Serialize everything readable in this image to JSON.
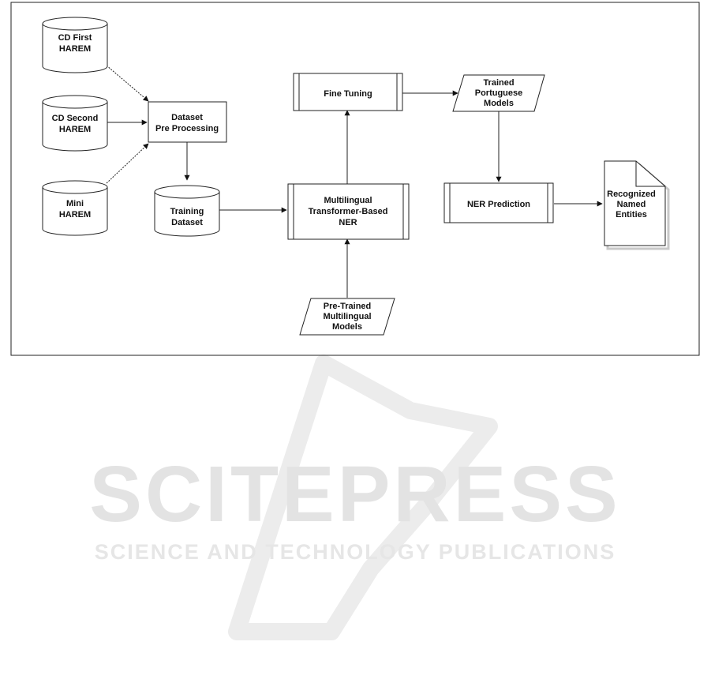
{
  "diagram": {
    "nodes": {
      "cd_first": {
        "line1": "CD First",
        "line2": "HAREM"
      },
      "cd_second": {
        "line1": "CD Second",
        "line2": "HAREM"
      },
      "mini": {
        "line1": "Mini",
        "line2": "HAREM"
      },
      "dataset_pp": {
        "line1": "Dataset",
        "line2": "Pre Processing"
      },
      "training": {
        "line1": "Training",
        "line2": "Dataset"
      },
      "multilingual_ner": {
        "line1": "Multilingual",
        "line2": "Transformer-Based",
        "line3": "NER"
      },
      "fine_tuning": {
        "line1": "Fine Tuning"
      },
      "trained_pt": {
        "line1": "Trained",
        "line2": "Portuguese",
        "line3": "Models"
      },
      "ner_prediction": {
        "line1": "NER Prediction"
      },
      "recognized": {
        "line1": "Recognized",
        "line2": "Named",
        "line3": "Entities"
      },
      "pretrained": {
        "line1": "Pre-Trained",
        "line2": "Multilingual",
        "line3": "Models"
      }
    }
  },
  "watermark": {
    "title": "SCITEPRESS",
    "subtitle": "SCIENCE AND TECHNOLOGY PUBLICATIONS"
  }
}
